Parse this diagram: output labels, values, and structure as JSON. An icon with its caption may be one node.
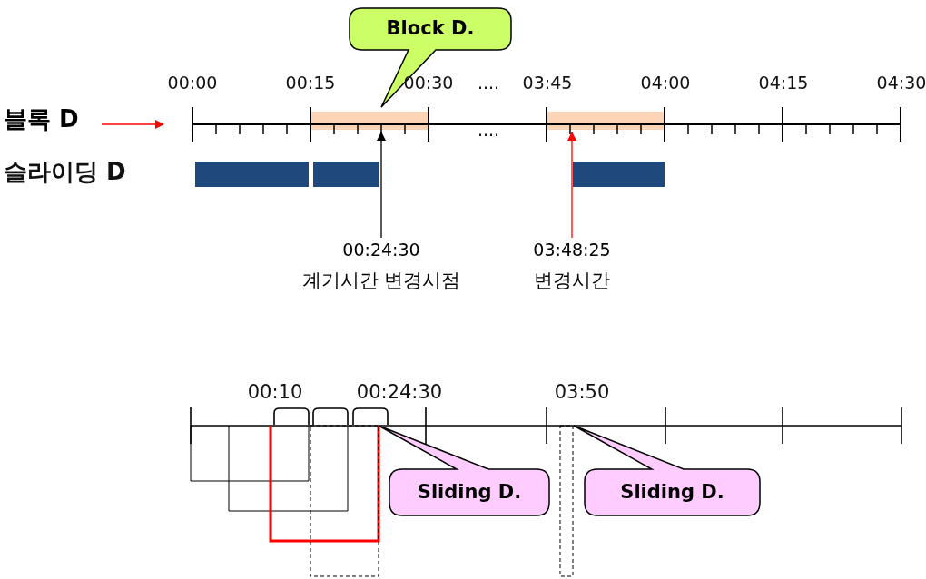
{
  "diagram": {
    "nodes": [
      {
        "text": [
          "Block D."
        ]
      },
      {
        "text": [
          "블록 D"
        ]
      },
      {
        "text": [
          "00:24:30",
          "계기시간 변경시점"
        ]
      },
      {
        "text": [
          "03:48:25",
          "변경시간"
        ]
      },
      {
        "text": [
          "Sliding D."
        ]
      },
      {
        "text": [
          "Sliding D."
        ]
      },
      {
        "text": [],
        "shape": "bar"
      },
      {
        "text": [],
        "shape": "bar"
      },
      {
        "text": [],
        "shape": "bar"
      },
      {
        "text": [],
        "shape": "bar"
      }
    ],
    "edges": [
      {
        "from": 1,
        "to": 6,
        "arrow": "to",
        "color": "#ff0000"
      },
      {
        "from": 2,
        "to": 6,
        "arrow": "to",
        "color": "#000000"
      },
      {
        "from": 3,
        "to": 6,
        "arrow": "to",
        "color": "#ff0000"
      }
    ],
    "labels": [
      "00:00",
      "00:15",
      "00:30",
      "....",
      "03:45",
      "04:00",
      "04:15",
      "04:30",
      "....",
      "슬라이딩 D",
      "00:10",
      "00:24:30",
      "03:50"
    ]
  }
}
